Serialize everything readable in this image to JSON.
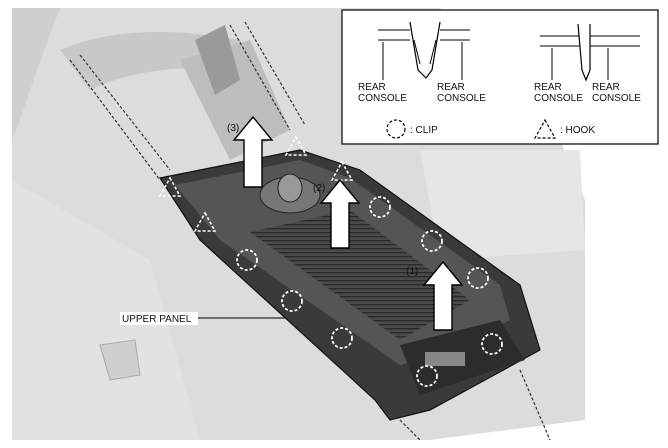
{
  "labels": {
    "upper_panel": "UPPER PANEL",
    "step1": "(1)",
    "step2": "(2)",
    "step3": "(3)"
  },
  "legend": {
    "clip_detail": {
      "top": "REAR",
      "bottom": "CONSOLE"
    },
    "clip_detail_right": {
      "top": "REAR",
      "bottom": "CONSOLE"
    },
    "hook_detail_left": {
      "top": "REAR",
      "bottom": "CONSOLE"
    },
    "hook_detail_right": {
      "top": "REAR",
      "bottom": "CONSOLE"
    },
    "clip_label": ": CLIP",
    "hook_label": ": HOOK"
  }
}
